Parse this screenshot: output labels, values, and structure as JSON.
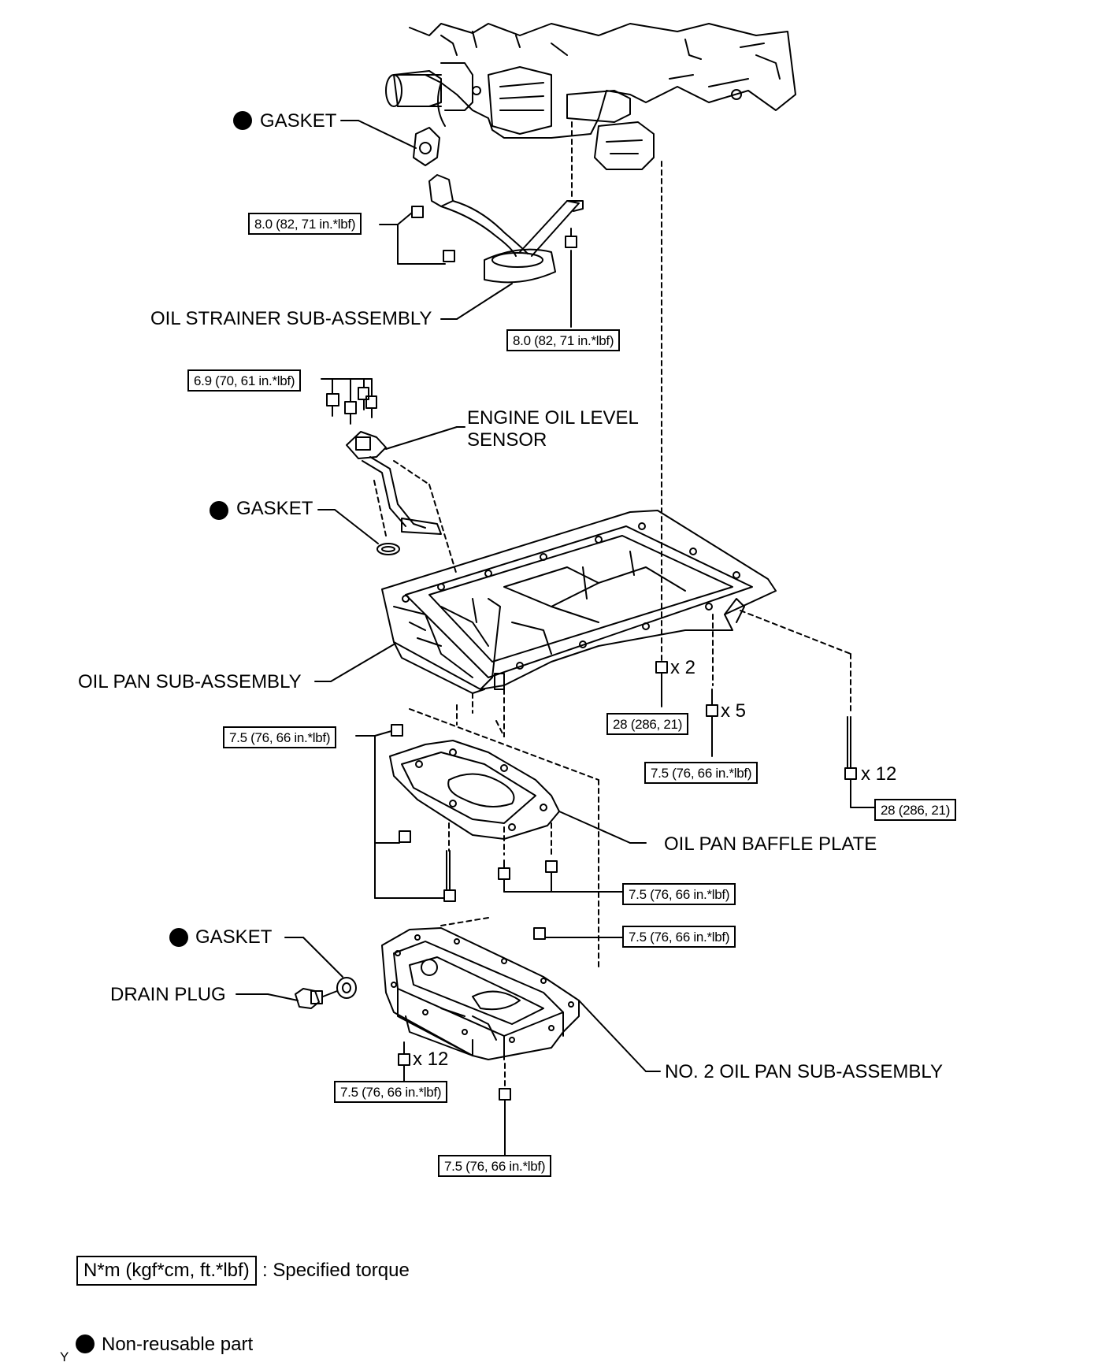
{
  "labels": {
    "gasket": "GASKET",
    "oil_strainer": "OIL STRAINER SUB-ASSEMBLY",
    "engine_oil_level_sensor": "ENGINE OIL LEVEL\nSENSOR",
    "oil_pan": "OIL PAN SUB-ASSEMBLY",
    "oil_pan_baffle_plate": "OIL PAN BAFFLE PLATE",
    "drain_plug": "DRAIN PLUG",
    "no2_oil_pan": "NO. 2 OIL PAN SUB-ASSEMBLY"
  },
  "torques": {
    "strainer_nuts": "8.0 (82, 71 in.*lbf)",
    "strainer_bolt": "8.0 (82, 71 in.*lbf)",
    "sensor_bolts": "6.9 (70, 61 in.*lbf)",
    "oil_pan_nuts": "28 (286, 21)",
    "oil_pan_studs": "7.5 (76, 66 in.*lbf)",
    "oil_pan_bolts": "28 (286, 21)",
    "baffle_left": "7.5 (76, 66 in.*lbf)",
    "baffle_right": "7.5 (76, 66 in.*lbf)",
    "no2_pan_top_nut": "7.5 (76, 66 in.*lbf)",
    "no2_pan_bolts": "7.5 (76, 66 in.*lbf)",
    "no2_pan_bottom_nut": "7.5 (76, 66 in.*lbf)"
  },
  "quantities": {
    "oil_pan_nuts": "x 2",
    "oil_pan_studs": "x 5",
    "oil_pan_bolts": "x 12",
    "no2_pan_bolts": "x 12"
  },
  "legend": {
    "torque_box": "N*m (kgf*cm, ft.*lbf)",
    "torque_text": ": Specified torque",
    "nonreusable_text": "Non-reusable part"
  },
  "corner_mark": "Y",
  "colors": {
    "ink": "#000000",
    "paper": "#ffffff"
  }
}
